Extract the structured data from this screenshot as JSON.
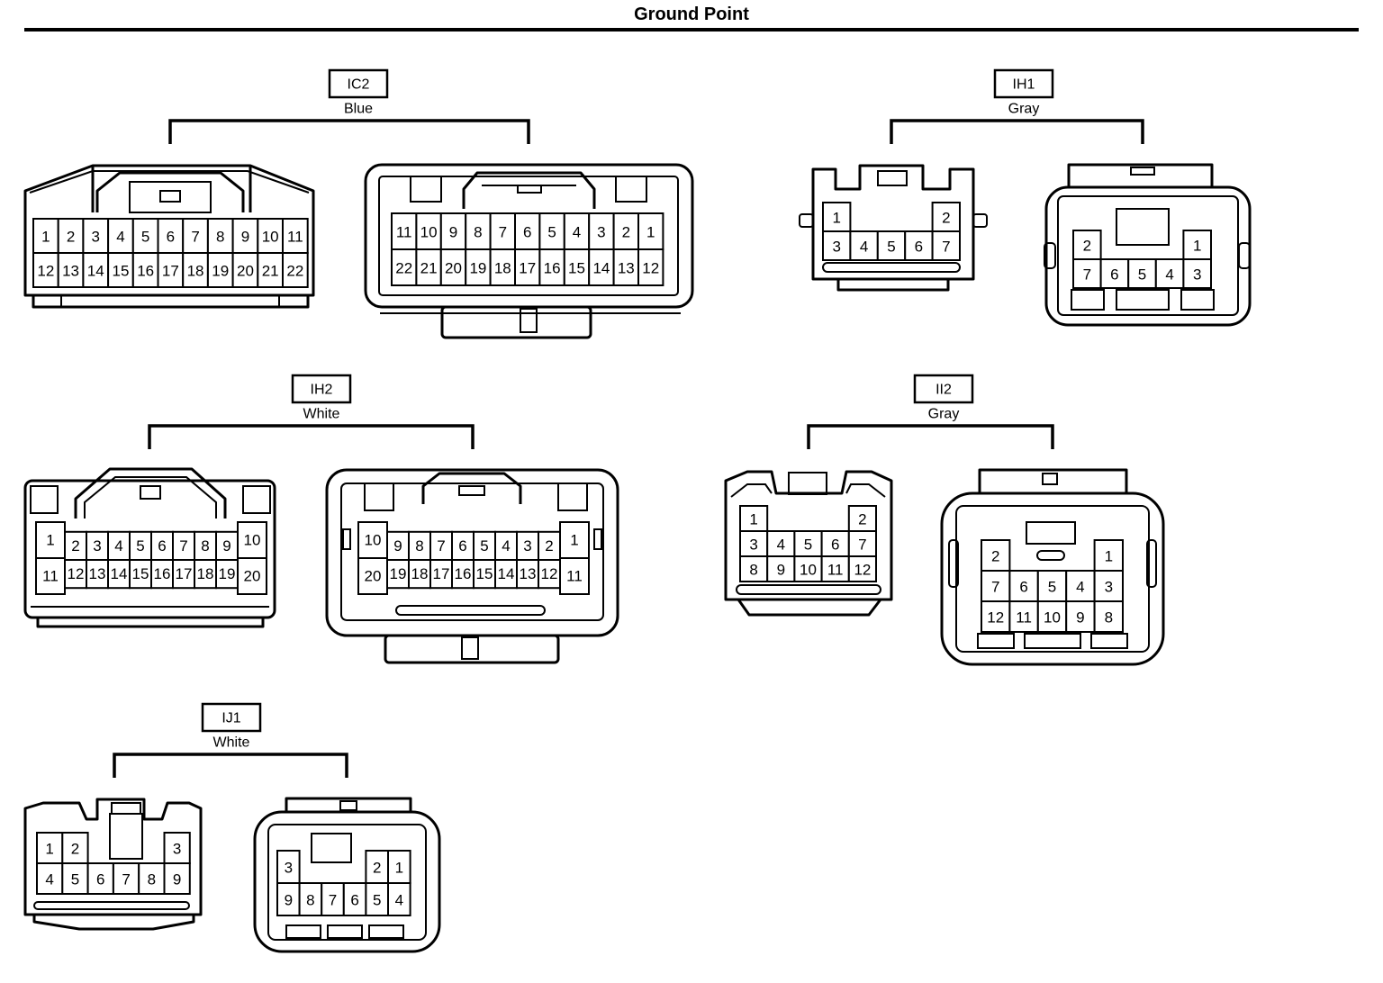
{
  "title": "Ground Point",
  "connectors": [
    {
      "id": "IC2",
      "color": "Blue",
      "views": [
        {
          "rows": [
            [
              "1",
              "2",
              "3",
              "4",
              "5",
              "6",
              "7",
              "8",
              "9",
              "10",
              "11"
            ],
            [
              "12",
              "13",
              "14",
              "15",
              "16",
              "17",
              "18",
              "19",
              "20",
              "21",
              "22"
            ]
          ]
        },
        {
          "rows": [
            [
              "11",
              "10",
              "9",
              "8",
              "7",
              "6",
              "5",
              "4",
              "3",
              "2",
              "1"
            ],
            [
              "22",
              "21",
              "20",
              "19",
              "18",
              "17",
              "16",
              "15",
              "14",
              "13",
              "12"
            ]
          ]
        }
      ]
    },
    {
      "id": "IH1",
      "color": "Gray",
      "views": [
        {
          "rows": [
            [
              "1",
              "",
              "",
              "",
              "2"
            ],
            [
              "3",
              "4",
              "5",
              "6",
              "7"
            ]
          ]
        },
        {
          "rows": [
            [
              "2",
              "",
              "",
              "",
              "1"
            ],
            [
              "7",
              "6",
              "5",
              "4",
              "3"
            ]
          ]
        }
      ]
    },
    {
      "id": "IH2",
      "color": "White",
      "views": [
        {
          "rows": [
            [
              "1",
              "",
              "",
              "",
              "",
              "",
              "",
              "",
              "",
              "10"
            ],
            [
              "11",
              "12",
              "13",
              "14",
              "15",
              "16",
              "17",
              "18",
              "19",
              "20"
            ]
          ],
          "inner": [
            [
              "2",
              "3",
              "4",
              "5",
              "6",
              "7",
              "8",
              "9"
            ]
          ]
        },
        {
          "rows": [
            [
              "10",
              "",
              "",
              "",
              "",
              "",
              "",
              "",
              "",
              "1"
            ],
            [
              "20",
              "19",
              "18",
              "17",
              "16",
              "15",
              "14",
              "13",
              "12",
              "11"
            ]
          ],
          "inner": [
            [
              "9",
              "8",
              "7",
              "6",
              "5",
              "4",
              "3",
              "2"
            ]
          ]
        }
      ]
    },
    {
      "id": "II2",
      "color": "Gray",
      "views": [
        {
          "rows": [
            [
              "1",
              "",
              "",
              "",
              "2"
            ],
            [
              "3",
              "4",
              "5",
              "6",
              "7"
            ],
            [
              "8",
              "9",
              "10",
              "11",
              "12"
            ]
          ]
        },
        {
          "rows": [
            [
              "2",
              "",
              "",
              "",
              "1"
            ],
            [
              "7",
              "6",
              "5",
              "4",
              "3"
            ],
            [
              "12",
              "11",
              "10",
              "9",
              "8"
            ]
          ]
        }
      ]
    },
    {
      "id": "IJ1",
      "color": "White",
      "views": [
        {
          "rows": [
            [
              "1",
              "2",
              "",
              "",
              "",
              "3"
            ],
            [
              "4",
              "5",
              "6",
              "7",
              "8",
              "9"
            ]
          ]
        },
        {
          "rows": [
            [
              "3",
              "",
              "",
              "",
              "2",
              "1"
            ],
            [
              "9",
              "8",
              "7",
              "6",
              "5",
              "4"
            ]
          ]
        }
      ]
    }
  ]
}
